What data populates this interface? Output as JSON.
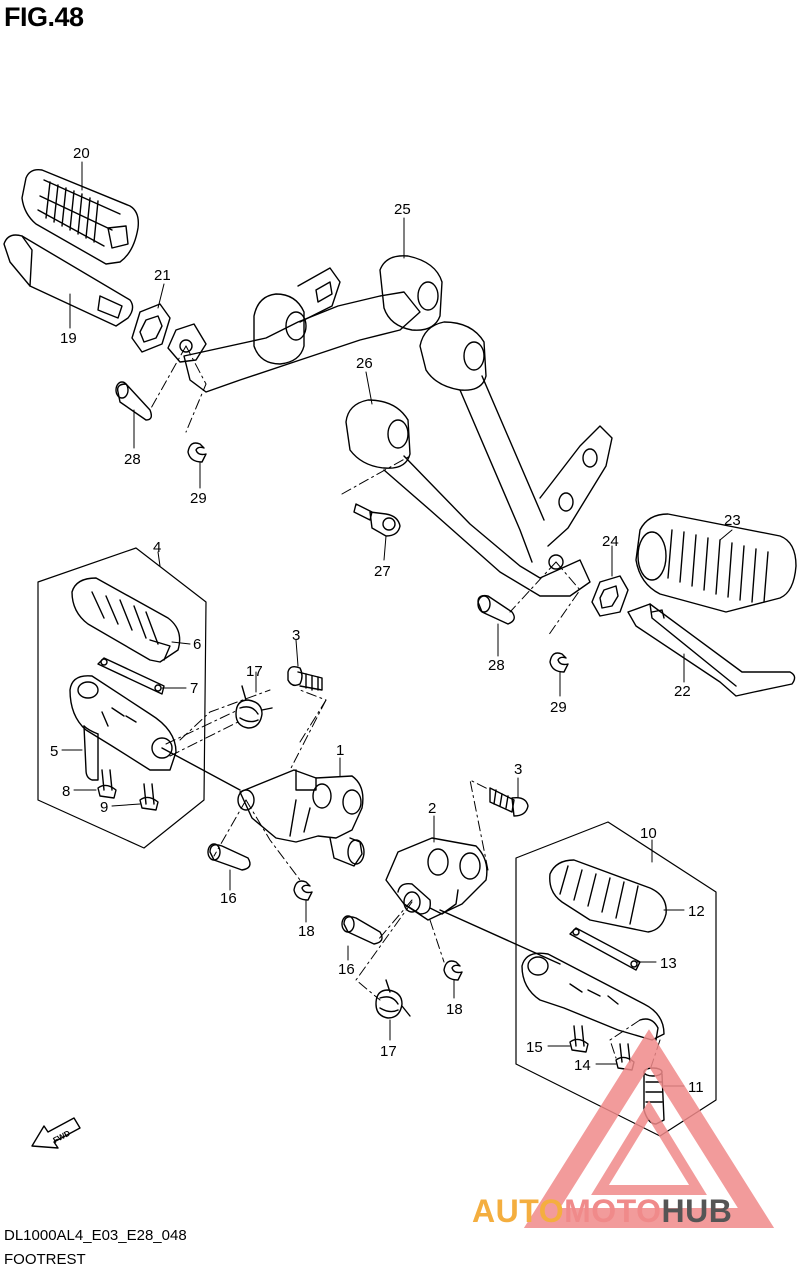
{
  "figure": {
    "title": "FIG.48",
    "model_code": "DL1000AL4_E03_E28_048",
    "section_name": "FOOTREST"
  },
  "callouts": [
    "20",
    "25",
    "21",
    "19",
    "28",
    "29",
    "26",
    "27",
    "4",
    "6",
    "7",
    "3",
    "17",
    "5",
    "8",
    "9",
    "1",
    "16",
    "18",
    "23",
    "24",
    "28",
    "29",
    "22",
    "3",
    "2",
    "10",
    "12",
    "13",
    "16",
    "18",
    "17",
    "15",
    "14",
    "11"
  ],
  "fwd_label": "FWD",
  "watermark": {
    "part1": "AUTO",
    "part2": "MOTO",
    "part3": "HUB",
    "color_orange": "#f4ae3f",
    "color_red": "#f08a8a",
    "color_gray": "#555555"
  },
  "colors": {
    "line": "#000000",
    "background": "#ffffff"
  }
}
